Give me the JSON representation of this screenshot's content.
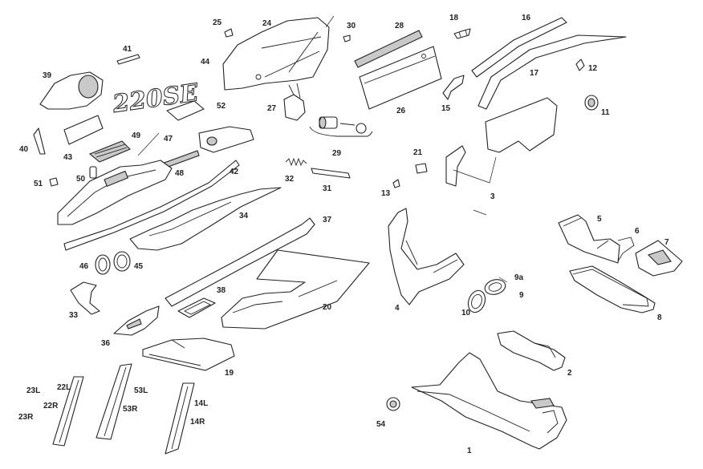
{
  "diagram": {
    "part_numbers": {
      "p1": "1",
      "p2": "2",
      "p3": "3",
      "p4": "4",
      "p5": "5",
      "p6": "6",
      "p7": "7",
      "p8": "8",
      "p9": "9",
      "p9a": "9a",
      "p10": "10",
      "p11": "11",
      "p12": "12",
      "p13": "13",
      "p14l": "14L",
      "p14r": "14R",
      "p15": "15",
      "p16": "16",
      "p17": "17",
      "p18": "18",
      "p19": "19",
      "p20": "20",
      "p21": "21",
      "p22l": "22L",
      "p22r": "22R",
      "p23l": "23L",
      "p23r": "23R",
      "p24": "24",
      "p25": "25",
      "p26": "26",
      "p27": "27",
      "p28": "28",
      "p29": "29",
      "p30": "30",
      "p31": "31",
      "p32": "32",
      "p33": "33",
      "p34": "34",
      "p36": "36",
      "p37": "37",
      "p38": "38",
      "p39": "39",
      "p40": "40",
      "p41": "41",
      "p42": "42",
      "p43": "43",
      "p44": "44",
      "p45": "45",
      "p46": "46",
      "p47": "47",
      "p48": "48",
      "p49": "49",
      "p50": "50",
      "p51": "51",
      "p52": "52",
      "p53l": "53L",
      "p53r": "53R",
      "p54": "54"
    },
    "emblem_text": "220SE",
    "colors": {
      "line": "#222222",
      "shade": "#c9c9c9",
      "background": "#ffffff"
    }
  }
}
